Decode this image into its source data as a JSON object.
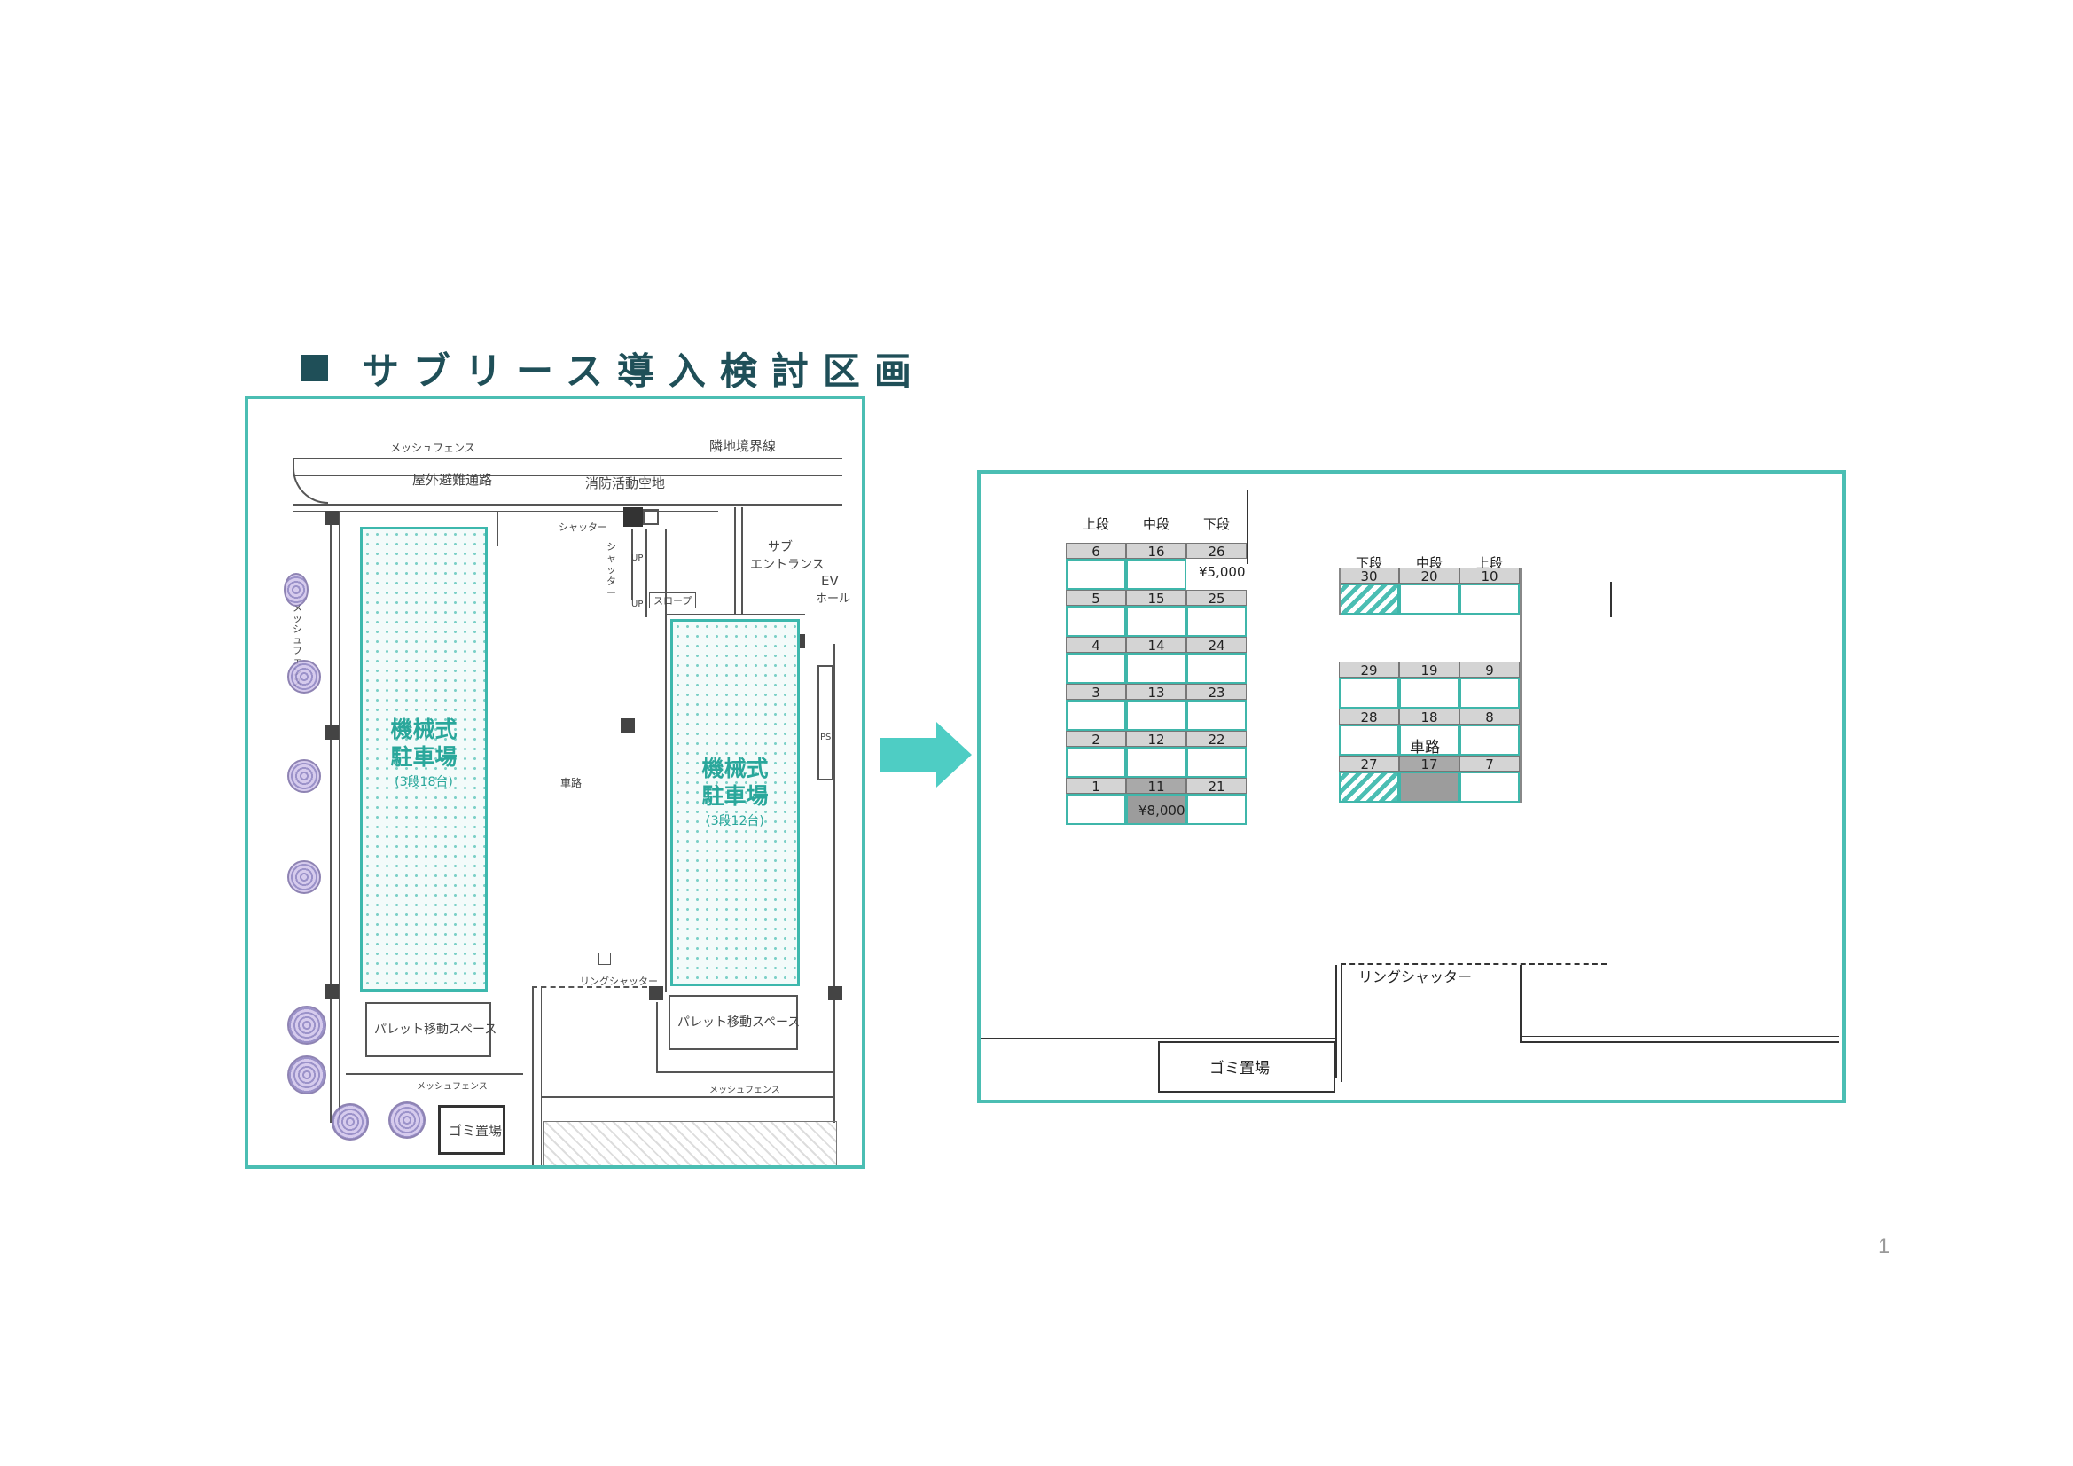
{
  "title": "サブリース導入検討区画",
  "page_number": "1",
  "plan": {
    "mesh_fence_top": "メッシュフェンス",
    "boundary_line": "隣地境界線",
    "outdoor_passage": "屋外避難通路",
    "fire_vacant_land": "消防活動空地",
    "shutter": "シャッター",
    "shutter_vertical": "シャッター",
    "up_1": "UP",
    "up_2": "UP",
    "slope": "スロープ",
    "sub_entrance_1": "サブ",
    "sub_entrance_2": "エントランス",
    "ev_hall_1": "EV",
    "ev_hall_2": "ホール",
    "roadway": "車路",
    "ps": "PS",
    "ring_shutter": "リングシャッター",
    "pallet_space_left": "パレット移動スペース",
    "pallet_space_right": "パレット移動スペース",
    "mesh_fence_bottom_left": "メッシュフェンス",
    "mesh_fence_bottom_right": "メッシュフェンス",
    "mesh_fence_side": "メッシュフェンス",
    "garbage": "ゴミ置場",
    "parking_left": {
      "name_1": "機械式",
      "name_2": "駐車場",
      "capacity": "(3段18台)"
    },
    "parking_right": {
      "name_1": "機械式",
      "name_2": "駐車場",
      "capacity": "(3段12台)"
    }
  },
  "grid": {
    "left_headers": [
      "上段",
      "中段",
      "下段"
    ],
    "right_headers": [
      "下段",
      "中段",
      "上段"
    ],
    "left_numbers": [
      [
        "6",
        "16",
        "26"
      ],
      [
        "5",
        "15",
        "25"
      ],
      [
        "4",
        "14",
        "24"
      ],
      [
        "3",
        "13",
        "23"
      ],
      [
        "2",
        "12",
        "22"
      ],
      [
        "1",
        "11",
        "21"
      ]
    ],
    "right_numbers": [
      [
        "30",
        "20",
        "10"
      ],
      [
        "29",
        "19",
        "9"
      ],
      [
        "28",
        "18",
        "8"
      ],
      [
        "27",
        "17",
        "7"
      ]
    ],
    "price_26": "¥5,000",
    "price_11": "¥8,000",
    "roadway": "車路",
    "ring_shutter": "リングシャッター",
    "garbage": "ゴミ置場",
    "hatched_spaces": [
      "30",
      "27"
    ],
    "grey_spaces": [
      "11",
      "17"
    ]
  },
  "colors": {
    "accent": "#4bbeb3",
    "title": "#1f4f58",
    "hatch": "#4bbeb3",
    "grey": "#9c9c9c"
  }
}
